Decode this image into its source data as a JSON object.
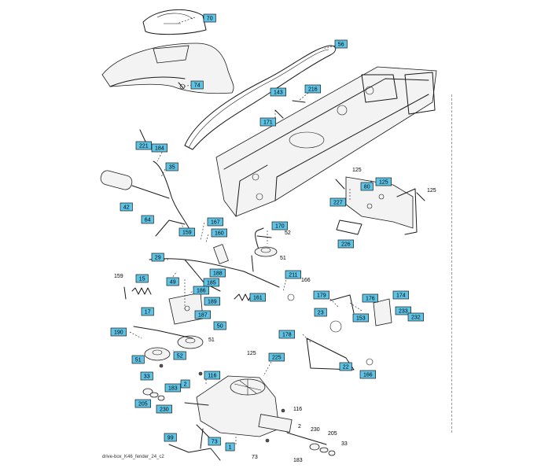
{
  "diagram": {
    "footer_code": "drive-box_K46_fender_24_c2",
    "boxed_labels": [
      "70",
      "56",
      "74",
      "143",
      "216",
      "171",
      "221",
      "184",
      "35",
      "42",
      "64",
      "159",
      "167",
      "160",
      "170",
      "29",
      "15",
      "49",
      "17",
      "185",
      "186",
      "188",
      "189",
      "187",
      "211",
      "161",
      "50",
      "190",
      "51",
      "52",
      "179",
      "176",
      "174",
      "153",
      "233",
      "232",
      "23",
      "178",
      "22",
      "166",
      "225",
      "116",
      "33",
      "2",
      "183",
      "205",
      "230",
      "73",
      "99",
      "1",
      "226",
      "227",
      "80",
      "125"
    ],
    "plain_labels": [
      "125",
      "52",
      "51",
      "125",
      "166",
      "159",
      "51",
      "125",
      "116",
      "2",
      "230",
      "205",
      "33",
      "73",
      "183"
    ]
  }
}
